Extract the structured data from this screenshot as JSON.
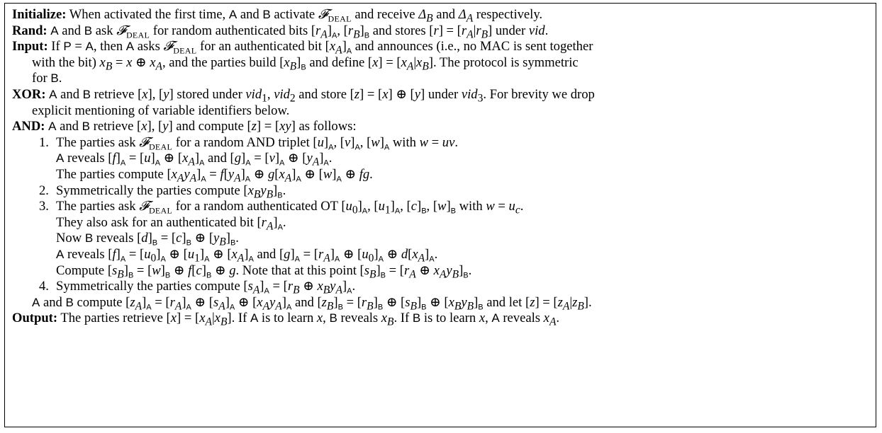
{
  "protocol": {
    "initialize": {
      "label": "Initialize:",
      "text": "When activated the first time, A and B activate 𝓕DEAL and receive ΔB and ΔA respectively."
    },
    "rand": {
      "label": "Rand:",
      "text": "A and B ask 𝓕DEAL for random authenticated bits [rA]A, [rB]B and stores [r] = [rA|rB] under vid."
    },
    "input": {
      "label": "Input:",
      "text": "If P = A, then A asks 𝓕DEAL for an authenticated bit [xA]A and announces (i.e., no MAC is sent together with the bit) xB = x ⊕ xA, and the parties build [xB]B and define [x] = [xA|xB]. The protocol is symmetric for B."
    },
    "xor": {
      "label": "XOR:",
      "text": "A and B retrieve [x], [y] stored under vid1, vid2 and store [z] = [x] ⊕ [y] under vid3. For brevity we drop explicit mentioning of variable identifiers below."
    },
    "and": {
      "label": "AND:",
      "text": "A and B retrieve [x], [y] and compute [z] = [xy] as follows:",
      "steps": [
        {
          "num": "1.",
          "lines": [
            "The parties ask 𝓕DEAL for a random AND triplet [u]A, [v]A, [w]A with w = uv.",
            "A reveals [f]A = [u]A ⊕ [xA]A and [g]A = [v]A ⊕ [yA]A.",
            "The parties compute [xAyA]A = f[yA]A ⊕ g[xA]A ⊕ [w]A ⊕ fg."
          ]
        },
        {
          "num": "2.",
          "lines": [
            "Symmetrically the parties compute [xByB]B."
          ]
        },
        {
          "num": "3.",
          "lines": [
            "The parties ask 𝓕DEAL for a random authenticated OT [u0]A, [u1]A, [c]B, [w]B with w = uc.",
            "They also ask for an authenticated bit [rA]A.",
            "Now B reveals [d]B = [c]B ⊕ [yB]B.",
            "A reveals [f]A = [u0]A ⊕ [u1]A ⊕ [xA]A and [g]A = [rA]A ⊕ [u0]A ⊕ d[xA]A.",
            "Compute [sB]B = [w]B ⊕ f[c]B ⊕ g. Note that at this point [sB]B = [rA ⊕ xAyB]B."
          ]
        },
        {
          "num": "4.",
          "lines": [
            "Symmetrically the parties compute [sA]A = [rB ⊕ xByA]A."
          ]
        }
      ],
      "final": "A and B compute [zA]A = [rA]A ⊕ [sA]A ⊕ [xAyA]A and [zB]B = [rB]B ⊕ [sB]B ⊕ [xByB]B and let [z] = [zA|zB]."
    },
    "output": {
      "label": "Output:",
      "text": "The parties retrieve [x] = [xA|xB]. If A is to learn x, B reveals xB. If B is to learn x, A reveals xA."
    }
  }
}
